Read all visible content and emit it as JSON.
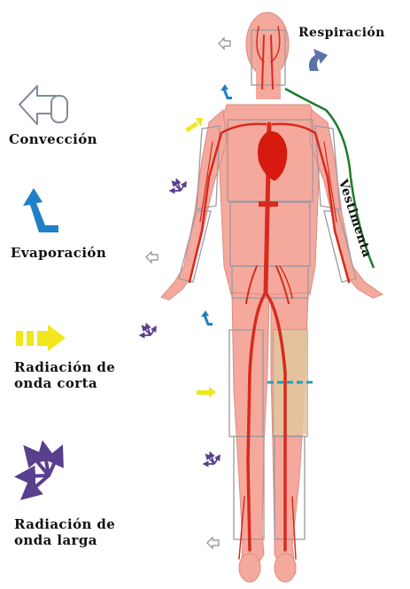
{
  "legend": {
    "convection": "Convección",
    "evaporation": "Evaporación",
    "shortwave_line1": "Radiación de",
    "shortwave_line2": "onda corta",
    "longwave_line1": "Radiación de",
    "longwave_line2": "onda larga"
  },
  "labels": {
    "respiration": "Respiración",
    "clothing": "Vestimenta"
  },
  "colors": {
    "body": "#f4a99c",
    "body_outline": "#d98d82",
    "segment_box": "#9a9aa2",
    "blood": "#d82a1e",
    "heart": "#d61a10",
    "clothing_line": "#1f7a2a",
    "clothing_patch": "#e2c79f",
    "dashed_line": "#2a9bb0",
    "convection_icon": "#7f8c99",
    "evaporation_icon": "#1f7fc7",
    "shortwave_icon": "#f2e61d",
    "longwave_icon": "#5a3f8e",
    "respiration_icon": "#5a73a8"
  },
  "icons": [
    "convection-icon",
    "evaporation-icon",
    "shortwave-radiation-icon",
    "longwave-radiation-icon",
    "respiration-icon"
  ]
}
